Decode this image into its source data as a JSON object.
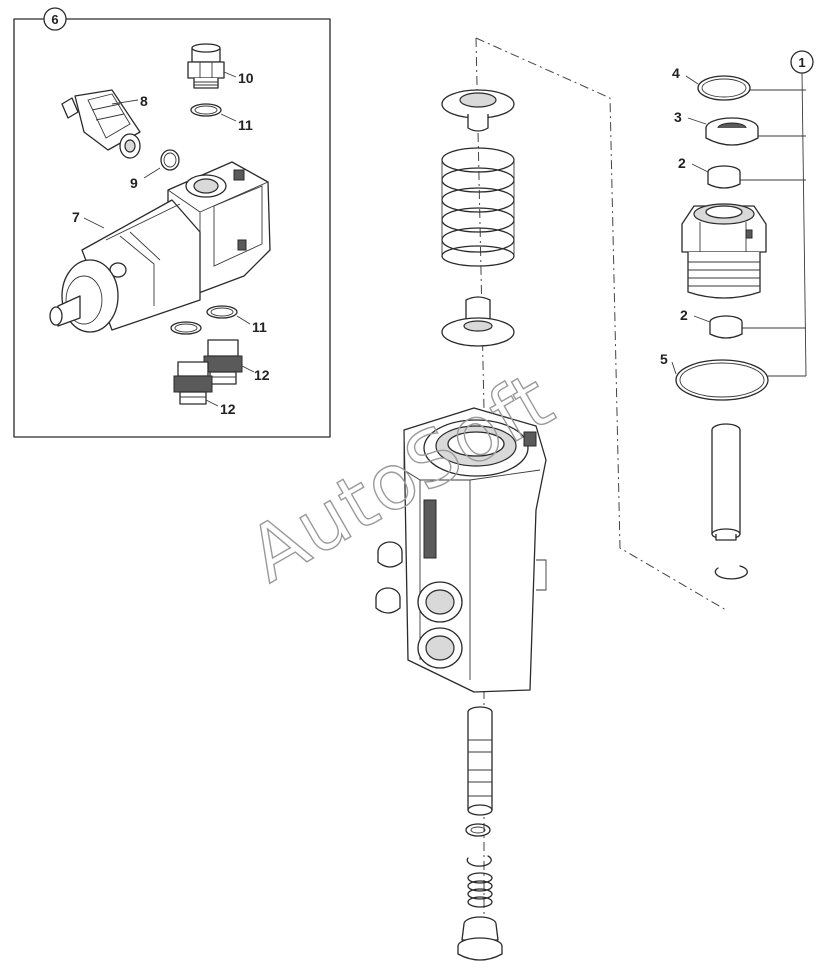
{
  "callouts": {
    "c1": "1",
    "c2a": "2",
    "c2b": "2",
    "c3": "3",
    "c4": "4",
    "c5": "5",
    "c6": "6",
    "c7": "7",
    "c8": "8",
    "c9": "9",
    "c10": "10",
    "c11a": "11",
    "c11b": "11",
    "c12a": "12",
    "c12b": "12"
  },
  "watermark": "AutoSoft"
}
